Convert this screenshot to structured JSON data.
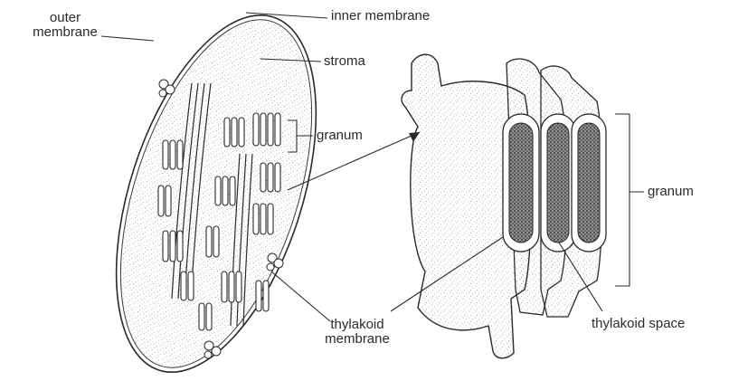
{
  "diagram": {
    "labels": {
      "outer_membrane": "outer\nmembrane",
      "inner_membrane": "inner membrane",
      "stroma": "stroma",
      "granum_left": "granum",
      "granum_right": "granum",
      "thylakoid_membrane": "thylakoid\nmembrane",
      "thylakoid_space": "thylakoid space"
    },
    "colors": {
      "ink": "#2a2a2a",
      "stipple": "#8a8a8a",
      "dark_fill": "#555555"
    }
  }
}
